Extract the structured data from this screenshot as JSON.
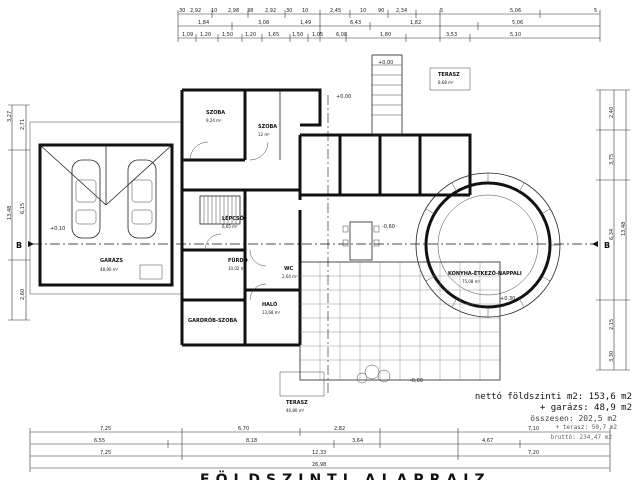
{
  "dimensions": {
    "top_row1": [
      "30",
      "2,92",
      "10",
      "2,98",
      "38",
      "2,92",
      "30",
      "10",
      "2,45",
      "10",
      "90",
      "2,34",
      "5",
      "5,06",
      "5"
    ],
    "top_row2": [
      "1,84",
      "3,08",
      "1,49",
      "6,43",
      "1,82",
      "5,06"
    ],
    "top_row3": [
      "1,09",
      "1,20",
      "1,50",
      "1,20",
      "1,65",
      "1,50",
      "1,05",
      "6,08",
      "1,80",
      "3,53",
      "5,10"
    ],
    "bottom_row1": [
      "7,25",
      "6,70",
      "2,82",
      "7,10"
    ],
    "bottom_row2": [
      "6,55",
      "8,18",
      "3,64",
      "4,67"
    ],
    "bottom_row3": [
      "7,25",
      "12,33",
      "7,20"
    ],
    "bottom_total": "26,98",
    "left": [
      "3,27",
      "2,71",
      "6,15",
      "2,60",
      "13,48"
    ],
    "right": [
      "2,40",
      "3,75",
      "6,34",
      "13,48",
      "2,15",
      "3,30"
    ]
  },
  "section_marks": {
    "left": "B",
    "right": "B"
  },
  "levels": [
    "+0,00",
    "+0,10",
    "-0,60",
    "+0,30",
    "-0,60",
    "+0,00"
  ],
  "rooms": {
    "szoba1": {
      "name": "SZOBA",
      "area": "9,24 m²"
    },
    "szoba2": {
      "name": "SZOBA",
      "area": "12 m²"
    },
    "lepcso": {
      "name": "LÉPCSŐ",
      "area": "6,65 m²"
    },
    "fürdő": {
      "name": "FÜRDŐ",
      "area": "10,02 m²"
    },
    "wc": {
      "name": "WC",
      "area": "2,64 m²"
    },
    "haló": {
      "name": "HALÓ",
      "area": "13,68 m²"
    },
    "gardrob": {
      "name": "GARDRÓB-SZOBA",
      "area": ""
    },
    "garazs": {
      "name": "GARÁZS",
      "area": "48,90 m²"
    },
    "nappali": {
      "name": "KONYHA-ÉTKEZŐ-NAPPALI",
      "area": "75,08 m²"
    },
    "terasz1": {
      "name": "TERASZ",
      "area": "8,68 m²"
    },
    "terasz2": {
      "name": "TERASZ",
      "area": "40,80 m²"
    }
  },
  "summary": {
    "netto": "nettó földszinti m2: 153,6 m2",
    "garazs": "+ garázs: 48,9 m2",
    "osszesen": "összesen: 202,5 m2",
    "terasz": "+ terasz: 50,7 m2",
    "brutto": "bruttó: 234,47 m2"
  },
  "title": "FÖLDSZINTI ALAPRAJZ"
}
